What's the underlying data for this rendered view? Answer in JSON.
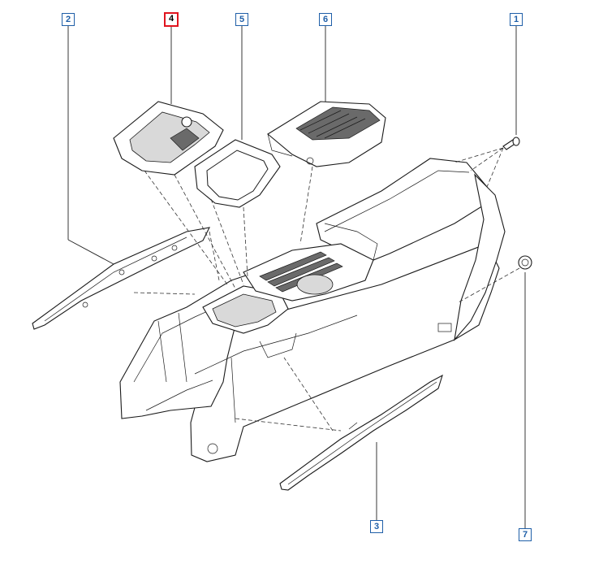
{
  "callouts": [
    {
      "id": "c2",
      "label": "2",
      "selected": false
    },
    {
      "id": "c4",
      "label": "4",
      "selected": true
    },
    {
      "id": "c5",
      "label": "5",
      "selected": false
    },
    {
      "id": "c6",
      "label": "6",
      "selected": false
    },
    {
      "id": "c1",
      "label": "1",
      "selected": false
    },
    {
      "id": "c3",
      "label": "3",
      "selected": false
    },
    {
      "id": "c7",
      "label": "7",
      "selected": false
    }
  ],
  "colors": {
    "callout_border": "#1f5fa8",
    "selected_border": "#e0141e",
    "line": "#1a1a1a"
  }
}
